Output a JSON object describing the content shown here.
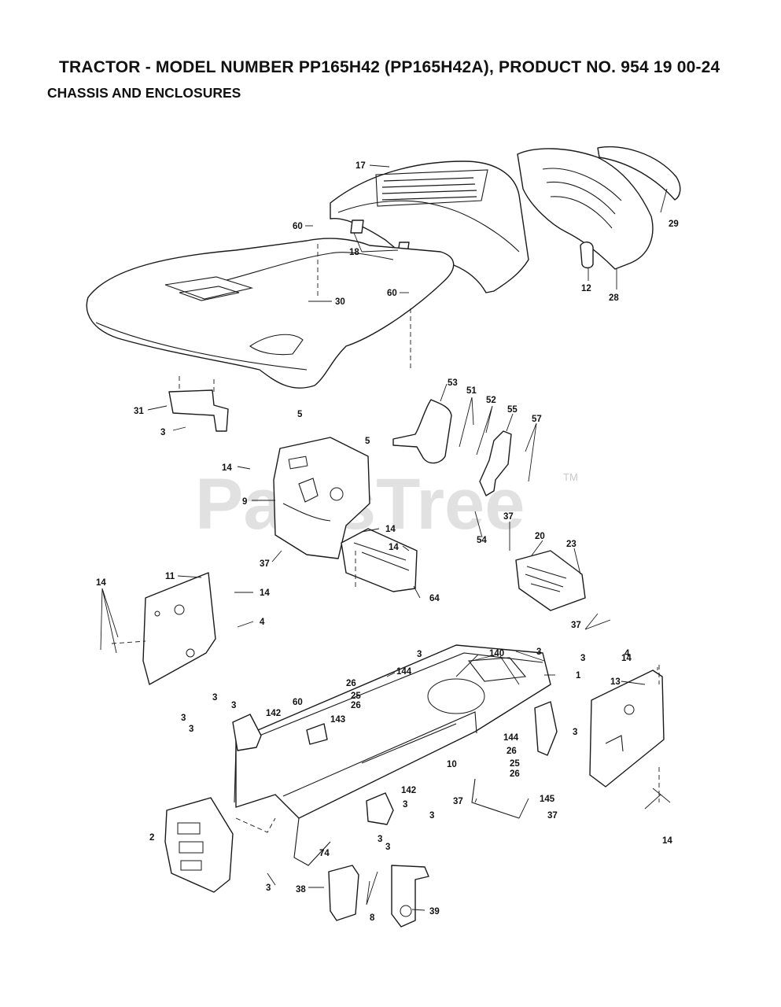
{
  "header": {
    "title": "TRACTOR - MODEL NUMBER PP165H42 (PP165H42A), PRODUCT NO. 954 19 00-24",
    "subtitle": "CHASSIS AND ENCLOSURES"
  },
  "watermark": {
    "text": "PartsTree",
    "trademark": "TM"
  },
  "callouts": {
    "c17": "17",
    "c18": "18",
    "c60a": "60",
    "c60b": "60",
    "c30": "30",
    "c29": "29",
    "c12": "12",
    "c28": "28",
    "c31": "31",
    "c3a": "3",
    "c5a": "5",
    "c5b": "5",
    "c14a": "14",
    "c9": "9",
    "c14b": "14",
    "c14c": "14",
    "c37a": "37",
    "c64": "64",
    "c53": "53",
    "c51": "51",
    "c52": "52",
    "c55": "55",
    "c57": "57",
    "c54": "54",
    "c37b": "37",
    "c20": "20",
    "c23": "23",
    "c37c": "37",
    "c11": "11",
    "c14d": "14",
    "c14e": "14",
    "c4a": "4",
    "c3b": "3",
    "c140": "140",
    "c3c": "3",
    "c1": "1",
    "c14f": "14",
    "c4b": "4",
    "c13": "13",
    "c26a": "26",
    "c144a": "144",
    "c25a": "25",
    "c26b": "26",
    "c3d": "3",
    "c3e": "3",
    "c3f": "3",
    "c3g": "3",
    "c142a": "142",
    "c60c": "60",
    "c143": "143",
    "c3h": "3",
    "c144b": "144",
    "c26c": "26",
    "c10": "10",
    "c25b": "25",
    "c26d": "26",
    "c37d": "37",
    "c145": "145",
    "c142b": "142",
    "c37e": "37",
    "c2": "2",
    "c3i": "3",
    "c3j": "3",
    "c3k": "3",
    "c3l": "3",
    "c74": "74",
    "c3m": "3",
    "c14g": "14",
    "c38": "38",
    "c8": "8",
    "c39": "39"
  }
}
